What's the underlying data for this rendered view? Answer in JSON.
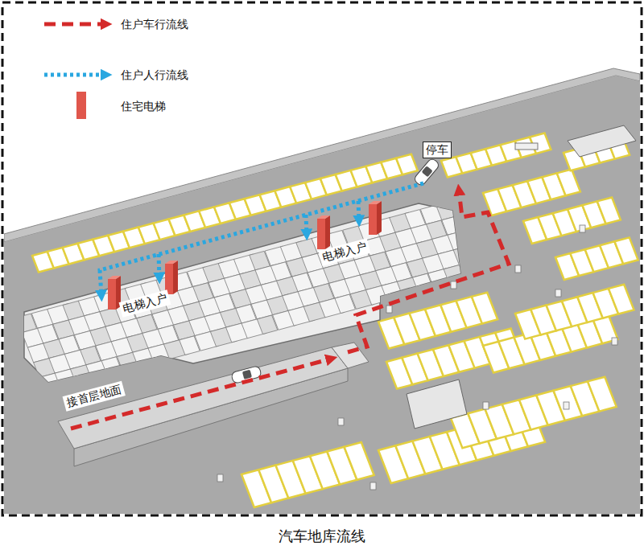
{
  "diagram": {
    "caption": "汽车地库流线",
    "labels": [
      "停车",
      "电梯入户",
      "电梯入户",
      "接首层地面"
    ],
    "legend": [
      {
        "text": "住户车行流线"
      },
      {
        "text": "住户人行流线"
      },
      {
        "text": "住宅电梯",
        "color": "#e0574c"
      }
    ]
  }
}
